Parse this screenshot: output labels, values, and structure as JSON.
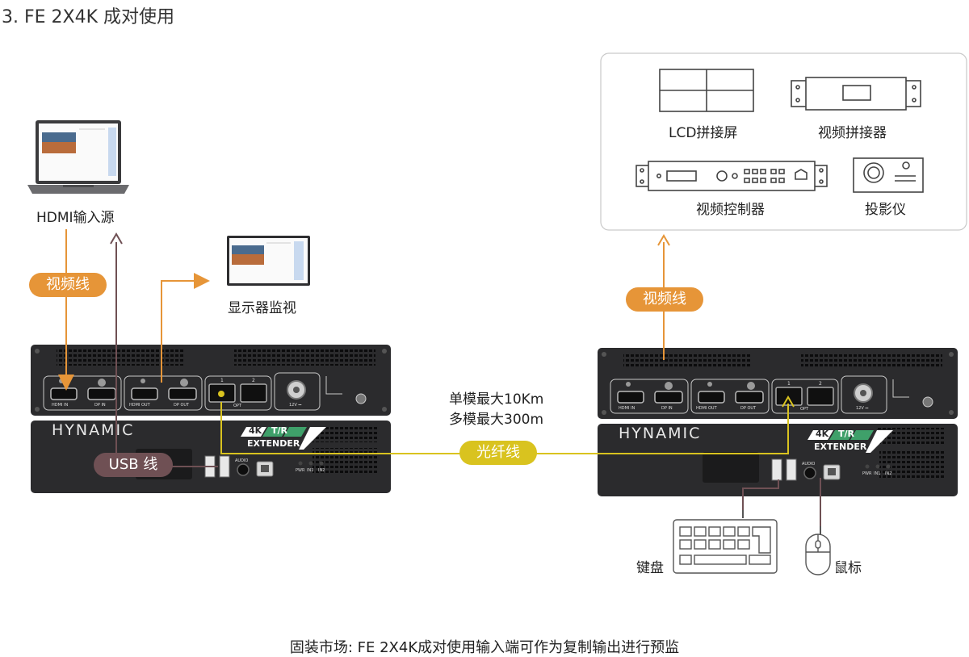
{
  "title": "3. FE 2X4K 成对使用",
  "caption": "固装市场: FE 2X4K成对使用输入端可作为复制输出进行预监",
  "source": {
    "label": "HDMI输入源"
  },
  "monitor": {
    "label": "显示器监视"
  },
  "outputs_box": {
    "items": [
      {
        "label": "LCD拼接屏"
      },
      {
        "label": "视频拼接器"
      },
      {
        "label": "视频控制器"
      },
      {
        "label": "投影仪"
      }
    ]
  },
  "cables": {
    "video_left": "视频线",
    "video_right": "视频线",
    "usb": "USB 线",
    "fiber": "光纤线"
  },
  "fiber_specs": {
    "line1": "单模最大10Km",
    "line2": "多模最大300m"
  },
  "peripherals": {
    "keyboard": "键盘",
    "mouse": "鼠标"
  },
  "device": {
    "brand": "HYNAMIC",
    "badge_4k": "4K",
    "badge_tr": "T/R",
    "badge_extender": "EXTENDER",
    "ports": {
      "hdmi_in": "HDMI IN",
      "dp_in": "DP IN",
      "hdmi_out": "HDMI OUT",
      "dp_out": "DP OUT",
      "opt": "OPT",
      "opt1": "1",
      "opt2": "2",
      "power": "12V ⎓",
      "audio": "AUDIO",
      "pwr": "PWR",
      "in1": "IN1",
      "in2": "IN2"
    }
  },
  "colors": {
    "orange": "#e69538",
    "yellow": "#d9c31f",
    "mauve": "#6f5054",
    "chassis": "#2b2b2d"
  }
}
